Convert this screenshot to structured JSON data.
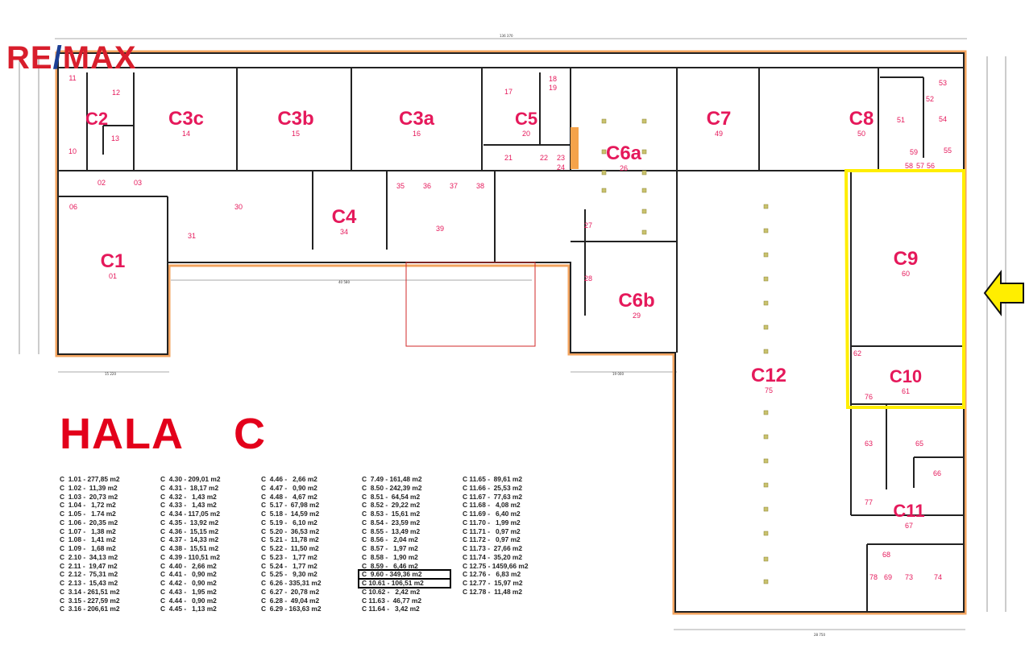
{
  "brand": {
    "logo_left": "RE",
    "logo_slash": "/",
    "logo_right": "MAX"
  },
  "title": "HALA    C",
  "zones": [
    {
      "id": "C2",
      "label": "C2",
      "room": ""
    },
    {
      "id": "C3c",
      "label": "C3c",
      "room": "14"
    },
    {
      "id": "C3b",
      "label": "C3b",
      "room": "15"
    },
    {
      "id": "C3a",
      "label": "C3a",
      "room": "16"
    },
    {
      "id": "C5",
      "label": "C5",
      "room": "20"
    },
    {
      "id": "C6a",
      "label": "C6a",
      "room": "26"
    },
    {
      "id": "C7",
      "label": "C7",
      "room": "49"
    },
    {
      "id": "C8",
      "label": "C8",
      "room": "50"
    },
    {
      "id": "C1",
      "label": "C1",
      "room": "01"
    },
    {
      "id": "C4",
      "label": "C4",
      "room": "34"
    },
    {
      "id": "C6b",
      "label": "C6b",
      "room": "29"
    },
    {
      "id": "C12",
      "label": "C12",
      "room": "75"
    },
    {
      "id": "C9",
      "label": "C9",
      "room": "60"
    },
    {
      "id": "C10",
      "label": "C10",
      "room": "61"
    },
    {
      "id": "C11",
      "label": "C11",
      "room": "67"
    }
  ],
  "room_numbers": [
    "11",
    "12",
    "13",
    "10",
    "02",
    "03",
    "06",
    "30",
    "31",
    "35",
    "36",
    "37",
    "38",
    "39",
    "17",
    "18",
    "19",
    "21",
    "22",
    "23",
    "24",
    "27",
    "28",
    "51",
    "52",
    "53",
    "54",
    "55",
    "56",
    "57",
    "58",
    "59",
    "62",
    "63",
    "65",
    "66",
    "76",
    "77",
    "68",
    "69",
    "73",
    "74",
    "78"
  ],
  "highlight_color": "#ffee00",
  "arrow_color": "#ffee00",
  "area_table": [
    [
      "C  1.01 - 277,85 m2",
      "C  1.02 -  11,39 m2",
      "C  1.03 -  20,73 m2",
      "C  1.04 -   1,72 m2",
      "C  1.05 -   1.74 m2",
      "C  1.06 -  20,35 m2",
      "C  1.07 -   1,38 m2",
      "C  1.08 -   1,41 m2",
      "C  1.09 -   1,68 m2",
      "C  2.10 -  34,13 m2",
      "C  2.11 -  19,47 m2",
      "C  2.12 -  75,31 m2",
      "C  2.13 -  15,43 m2",
      "C  3.14 - 261,51 m2",
      "C  3.15 - 227,59 m2",
      "C  3.16 - 206,61 m2"
    ],
    [
      "C  4.30 - 209,01 m2",
      "C  4.31 -  18,17 m2",
      "C  4.32 -   1,43 m2",
      "C  4.33 -   1,43 m2",
      "C  4.34 - 117,05 m2",
      "C  4.35 -  13,92 m2",
      "C  4.36 -  15,15 m2",
      "C  4.37 -  14,33 m2",
      "C  4.38 -  15,51 m2",
      "C  4.39 - 110,51 m2",
      "C  4.40 -   2,66 m2",
      "C  4.41 -   0,90 m2",
      "C  4.42 -   0,90 m2",
      "C  4.43 -   1,95 m2",
      "C  4.44 -   0,90 m2",
      "C  4.45 -   1,13 m2"
    ],
    [
      "C  4.46 -   2,66 m2",
      "C  4.47 -   0,90 m2",
      "C  4.48 -   4,67 m2",
      "C  5.17 -  67,98 m2",
      "C  5.18 -  14,59 m2",
      "C  5.19 -   6,10 m2",
      "C  5.20 -  36,53 m2",
      "C  5.21 -  11,78 m2",
      "C  5.22 -  11,50 m2",
      "C  5.23 -   1,77 m2",
      "C  5.24 -   1,77 m2",
      "C  5.25 -   9,30 m2",
      "C  6.26 - 335,31 m2",
      "C  6.27 -  20,78 m2",
      "C  6.28 -  49,04 m2",
      "C  6.29 - 163,63 m2"
    ],
    [
      "C  7.49 - 161,48 m2",
      "C  8.50 - 242,39 m2",
      "C  8.51 -  64,54 m2",
      "C  8.52 -  29,22 m2",
      "C  8.53 -  15,61 m2",
      "C  8.54 -  23,59 m2",
      "C  8.55 -  13,49 m2",
      "C  8.56 -   2,04 m2",
      "C  8.57 -   1,97 m2",
      "C  8.58 -   1,90 m2",
      "C  8.59 -   6,46 m2",
      "C  9.60 - 349,36 m2",
      "C 10.61 - 106,51 m2",
      "C 10.62 -   2,42 m2",
      "C 11.63 -  46,77 m2",
      "C 11.64 -   3,42 m2"
    ],
    [
      "C 11.65 -  89,61 m2",
      "C 11.66 -  25,53 m2",
      "C 11.67 -  77,63 m2",
      "C 11.68 -   4,08 m2",
      "C 11.69 -   6,40 m2",
      "C 11.70 -   1,99 m2",
      "C 11.71 -   0,97 m2",
      "C 11.72 -   0,97 m2",
      "C 11.73 -  27,66 m2",
      "C 11.74 -  35,20 m2",
      "C 12.75 - 1459,66 m2",
      "C 12.76 -   6,83 m2",
      "C 12.77 -  15,97 m2",
      "C 12.78 -  11,48 m2",
      "",
      ""
    ]
  ]
}
